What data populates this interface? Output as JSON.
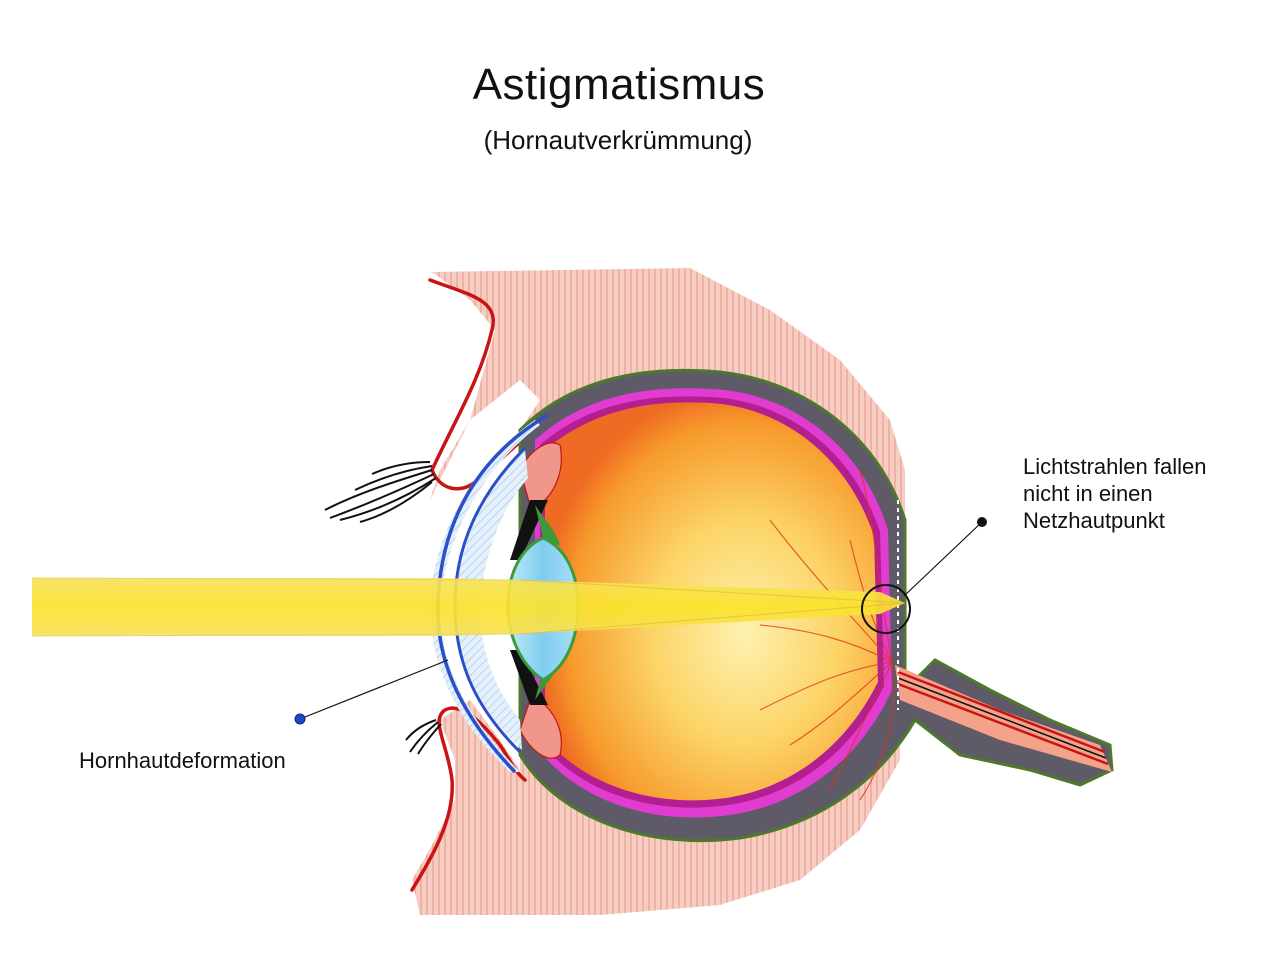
{
  "title": "Astigmatismus",
  "subtitle": "(Hornautverkrümmung)",
  "labels": {
    "retina_note": [
      "Lichtstrahlen fallen",
      "nicht in einen",
      "Netzhautpunkt"
    ],
    "cornea_note": "Hornhautdeformation"
  },
  "colors": {
    "light_beam": "#f9df2a",
    "eyeball_inner": "#f7a52a",
    "eyeball_core": "#fde99a",
    "choroid": "#e03cd0",
    "sclera": "#5e5a68",
    "cornea": "#2a4fc8",
    "lens": "#8ed6f0",
    "skin": "#f2b9ac",
    "eyelid_outline": "#c81414",
    "callout_dot_left": "#1f45c8",
    "callout_dot_right": "#111111"
  }
}
